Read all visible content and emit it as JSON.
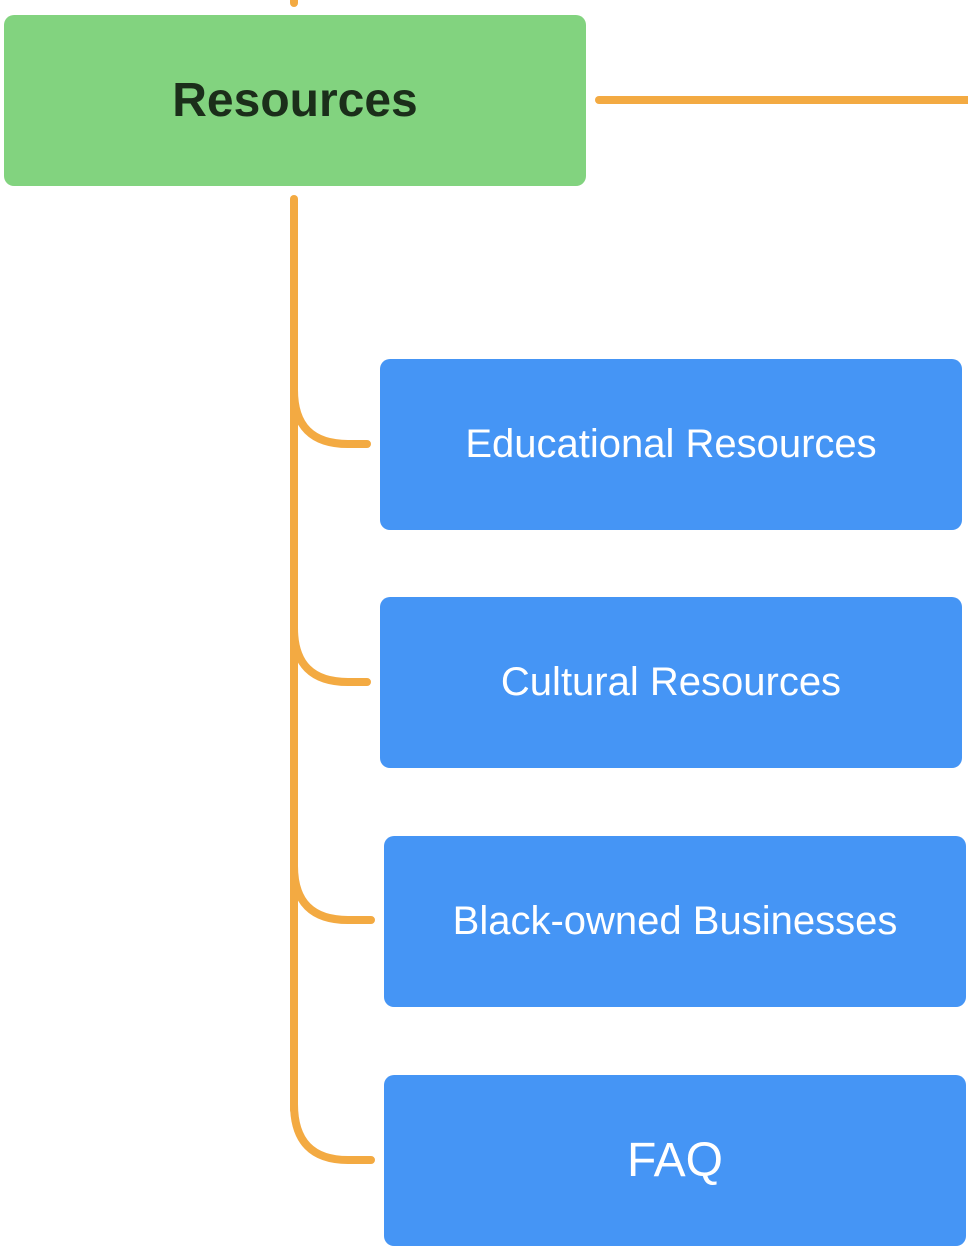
{
  "diagram": {
    "root": {
      "label": "Resources"
    },
    "children": [
      {
        "label": "Educational Resources"
      },
      {
        "label": "Cultural Resources"
      },
      {
        "label": "Black-owned Businesses"
      },
      {
        "label": "FAQ"
      }
    ]
  },
  "colors": {
    "root_fill": "#82d37f",
    "root_text": "#1b2e1a",
    "child_fill": "#4595f5",
    "child_text": "#ffffff",
    "connector": "#f3aa42"
  }
}
